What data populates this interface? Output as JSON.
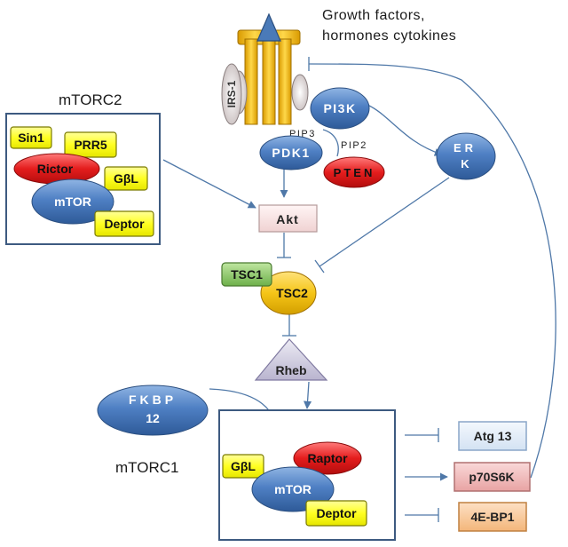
{
  "header": {
    "growth_line1": "Growth factors,",
    "growth_line2": "hormones cytokines"
  },
  "receptor": {
    "irs1": "IRS-1"
  },
  "pathway": {
    "pi3k": "PI3K",
    "pip3": "PIP3",
    "pip2": "PIP2",
    "pdk1": "PDK1",
    "pten": "PTEN",
    "erk_line1": "ER",
    "erk_line2": "K",
    "akt": "Akt",
    "tsc1": "TSC1",
    "tsc2": "TSC2",
    "rheb": "Rheb",
    "fkbp_line1": "FKBP",
    "fkbp_line2": "12"
  },
  "mtorc2": {
    "title": "mTORC2",
    "sin1": "Sin1",
    "prr5": "PRR5",
    "rictor": "Rictor",
    "gbl": "GβL",
    "mtor": "mTOR",
    "deptor": "Deptor"
  },
  "mtorc1": {
    "title": "mTORC1",
    "gbl": "GβL",
    "raptor": "Raptor",
    "mtor": "mTOR",
    "deptor": "Deptor"
  },
  "targets": {
    "atg13": "Atg 13",
    "p70s6k": "p70S6K",
    "eif4ebp1": "4E-BP1"
  },
  "colors": {
    "blue_node": "#4a7ab8",
    "red_node": "#e02020",
    "yellow_box": "#ffff33",
    "receptor_gold": "#f2bc14",
    "akt_pink": "#f7dede",
    "green_tsc1": "#8cc860",
    "rheb_lavender": "#cfcbe0",
    "atg13_blue": "#dde9f6",
    "p70s6k_pink": "#f0b8b8",
    "ebp1_orange": "#f8c89a",
    "arrow": "#4f78a8"
  }
}
